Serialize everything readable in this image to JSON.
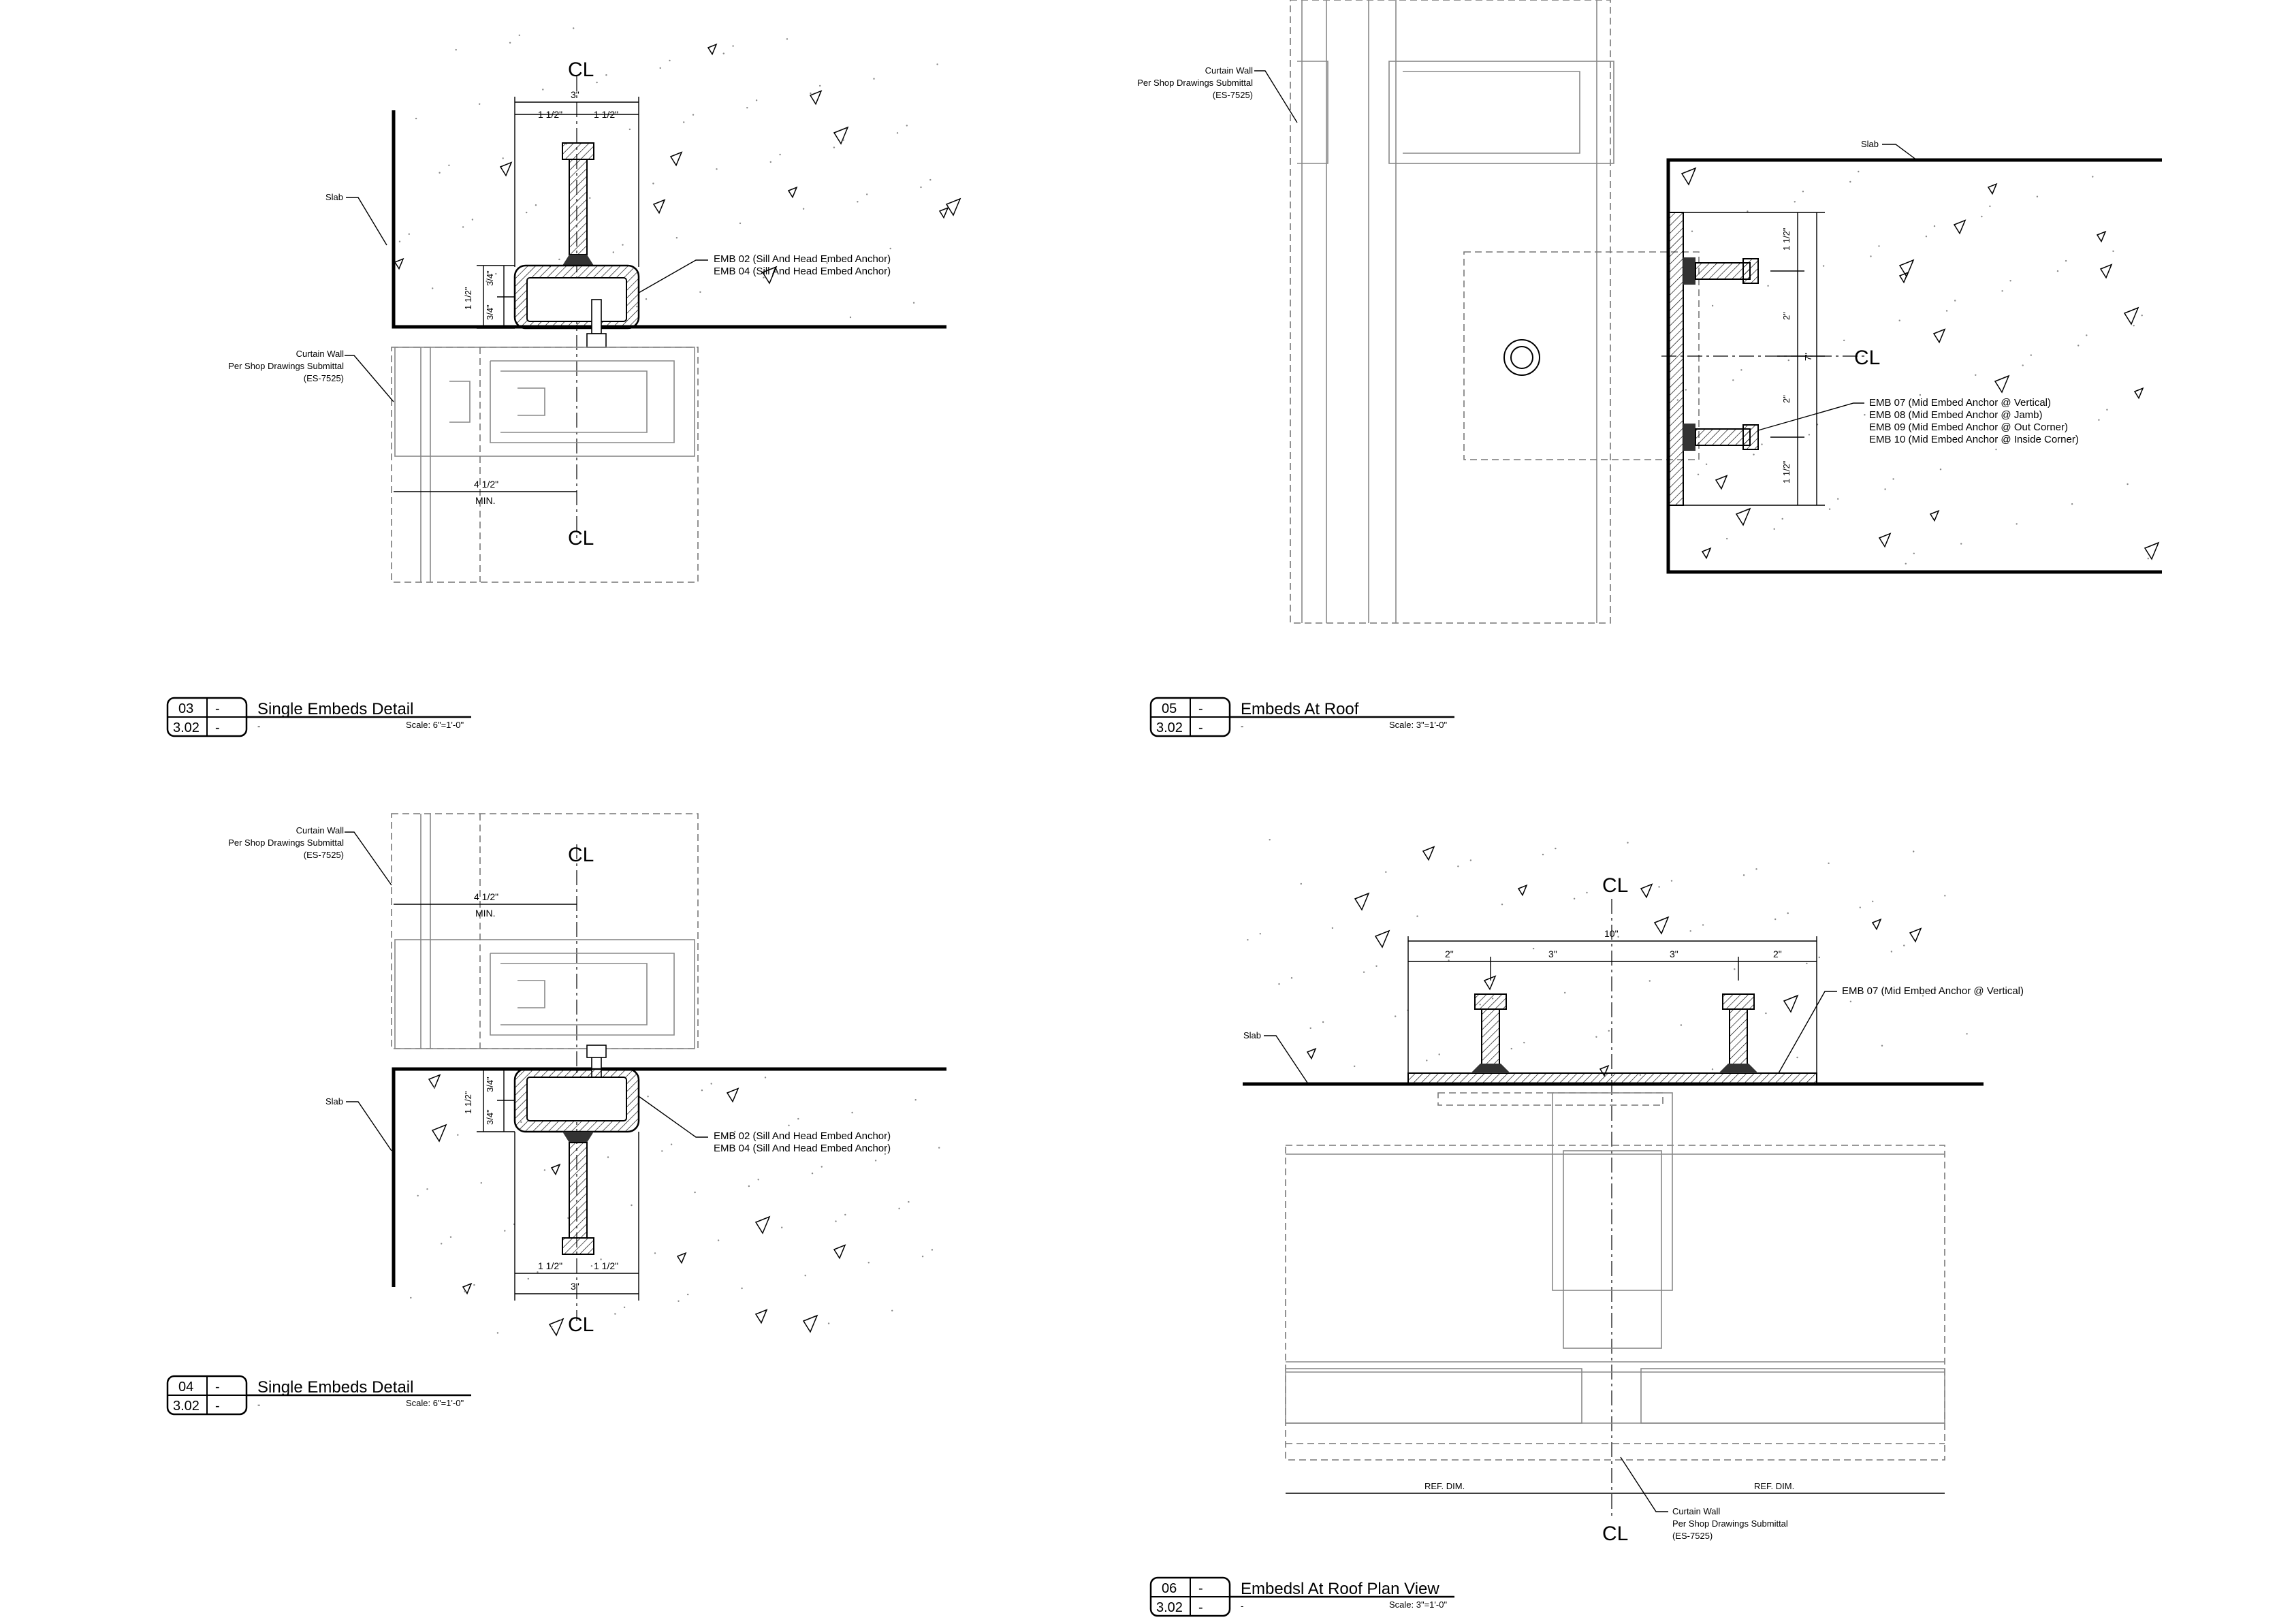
{
  "details": [
    {
      "id": "detail-03",
      "number": "03",
      "sheet": "3.02",
      "dash_top": "-",
      "dash_bottom": "-",
      "sub": "-",
      "title": "Single Embeds Detail",
      "scale": "Scale: 6\"=1'-0\"",
      "labels": {
        "slab": "Slab",
        "cw1": "Curtain Wall",
        "cw2": "Per Shop Drawings Submittal",
        "cw3": "(ES-7525)",
        "emb1": "EMB 02 (Sill And Head Embed Anchor)",
        "emb2": "EMB 04 (Sill And Head Embed Anchor)"
      },
      "dims": {
        "total": "3\"",
        "left": "1 1/2\"",
        "right": "1 1/2\"",
        "v1": "1 1/2\"",
        "v2": "3/4\"",
        "v3": "3/4\"",
        "min_dim": "4 1/2\"",
        "min": "MIN."
      }
    },
    {
      "id": "detail-04",
      "number": "04",
      "sheet": "3.02",
      "dash_top": "-",
      "dash_bottom": "-",
      "sub": "-",
      "title": "Single Embeds Detail",
      "scale": "Scale: 6\"=1'-0\"",
      "labels": {
        "slab": "Slab",
        "cw1": "Curtain Wall",
        "cw2": "Per Shop Drawings Submittal",
        "cw3": "(ES-7525)",
        "emb1": "EMB 02 (Sill And Head Embed Anchor)",
        "emb2": "EMB 04 (Sill And Head Embed Anchor)"
      },
      "dims": {
        "total": "3\"",
        "left": "1 1/2\"",
        "right": "1 1/2\"",
        "v1": "1 1/2\"",
        "v2": "3/4\"",
        "v3": "3/4\"",
        "min_dim": "4 1/2\"",
        "min": "MIN."
      }
    },
    {
      "id": "detail-05",
      "number": "05",
      "sheet": "3.02",
      "dash_top": "-",
      "dash_bottom": "-",
      "sub": "-",
      "title": "Embeds At Roof",
      "scale": "Scale: 3\"=1'-0\"",
      "labels": {
        "slab": "Slab",
        "cw1": "Curtain Wall",
        "cw2": "Per Shop Drawings Submittal",
        "cw3": "(ES-7525)",
        "emb1": "EMB 07 (Mid Embed Anchor @ Vertical)",
        "emb2": "EMB 08 (Mid Embed Anchor @ Jamb)",
        "emb3": "EMB 09 (Mid Embed Anchor @ Out Corner)",
        "emb4": "EMB 10 (Mid Embed Anchor @ Inside Corner)"
      },
      "dims": {
        "d1": "1 1/2\"",
        "d2": "2\"",
        "d3": "7\"",
        "d4": "2\"",
        "d5": "1 1/2\""
      }
    },
    {
      "id": "detail-06",
      "number": "06",
      "sheet": "3.02",
      "dash_top": "-",
      "dash_bottom": "-",
      "sub": "-",
      "title": "Embedsl At Roof Plan View",
      "scale": "Scale: 3\"=1'-0\"",
      "labels": {
        "slab": "Slab",
        "cw1": "Curtain Wall",
        "cw2": "Per Shop Drawings Submittal",
        "cw3": "(ES-7525)",
        "emb1": "EMB 07 (Mid Embed Anchor @ Vertical)"
      },
      "dims": {
        "total": "10\"",
        "a": "2\"",
        "b": "3\"",
        "c": "3\"",
        "d": "2\"",
        "ref_left": "REF. DIM.",
        "ref_right": "REF. DIM."
      }
    }
  ],
  "centerline": "CL"
}
